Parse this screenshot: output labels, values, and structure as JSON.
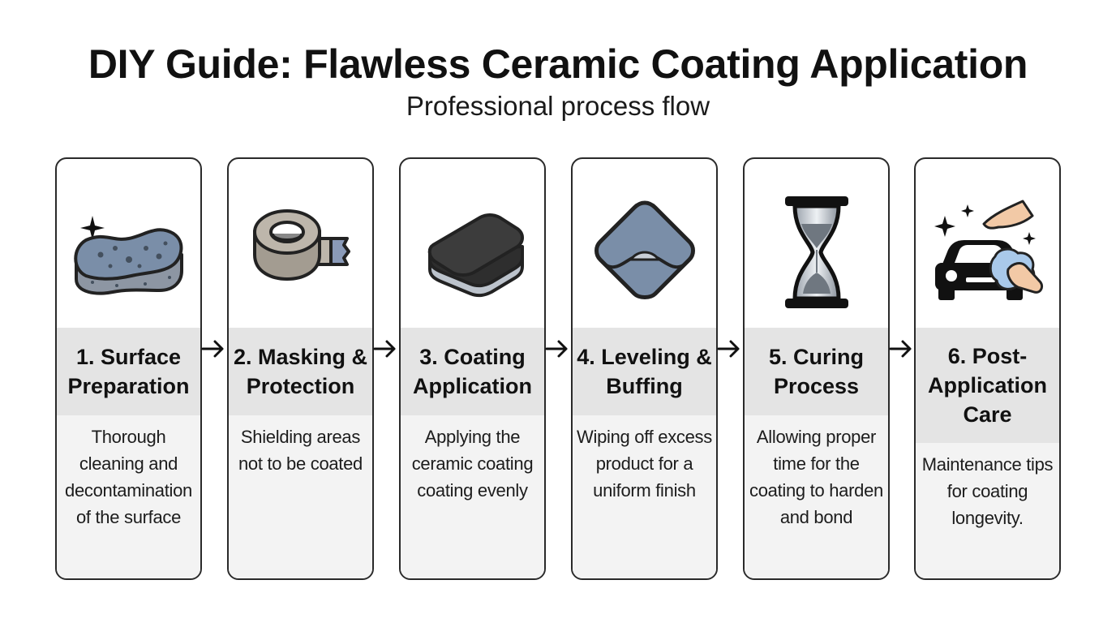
{
  "title": "DIY Guide: Flawless Ceramic Coating Application",
  "subtitle": "Professional process flow",
  "steps": [
    {
      "title": "1. Surface Preparation",
      "description": "Thorough cleaning and decontamination of the surface",
      "icon": "sponge-icon"
    },
    {
      "title": "2. Masking & Protection",
      "description": "Shielding areas not to be coated",
      "icon": "masking-tape-icon"
    },
    {
      "title": "3. Coating Application",
      "description": "Applying the ceramic coating coating evenly",
      "icon": "applicator-block-icon"
    },
    {
      "title": "4. Leveling & Buffing",
      "description": "Wiping off excess product for a uniform finish",
      "icon": "microfiber-cloth-icon"
    },
    {
      "title": "5. Curing Process",
      "description": "Allowing proper time for the coating to harden and bond",
      "icon": "hourglass-icon"
    },
    {
      "title": "6. Post-Application Care",
      "description": "Maintenance tips for coating longevity.",
      "icon": "car-washing-icon"
    }
  ],
  "colors": {
    "border": "#2a2a2a",
    "title_band": "#e4e4e4",
    "desc_band": "#f3f3f3",
    "icon_blue": "#7a8ea8"
  }
}
